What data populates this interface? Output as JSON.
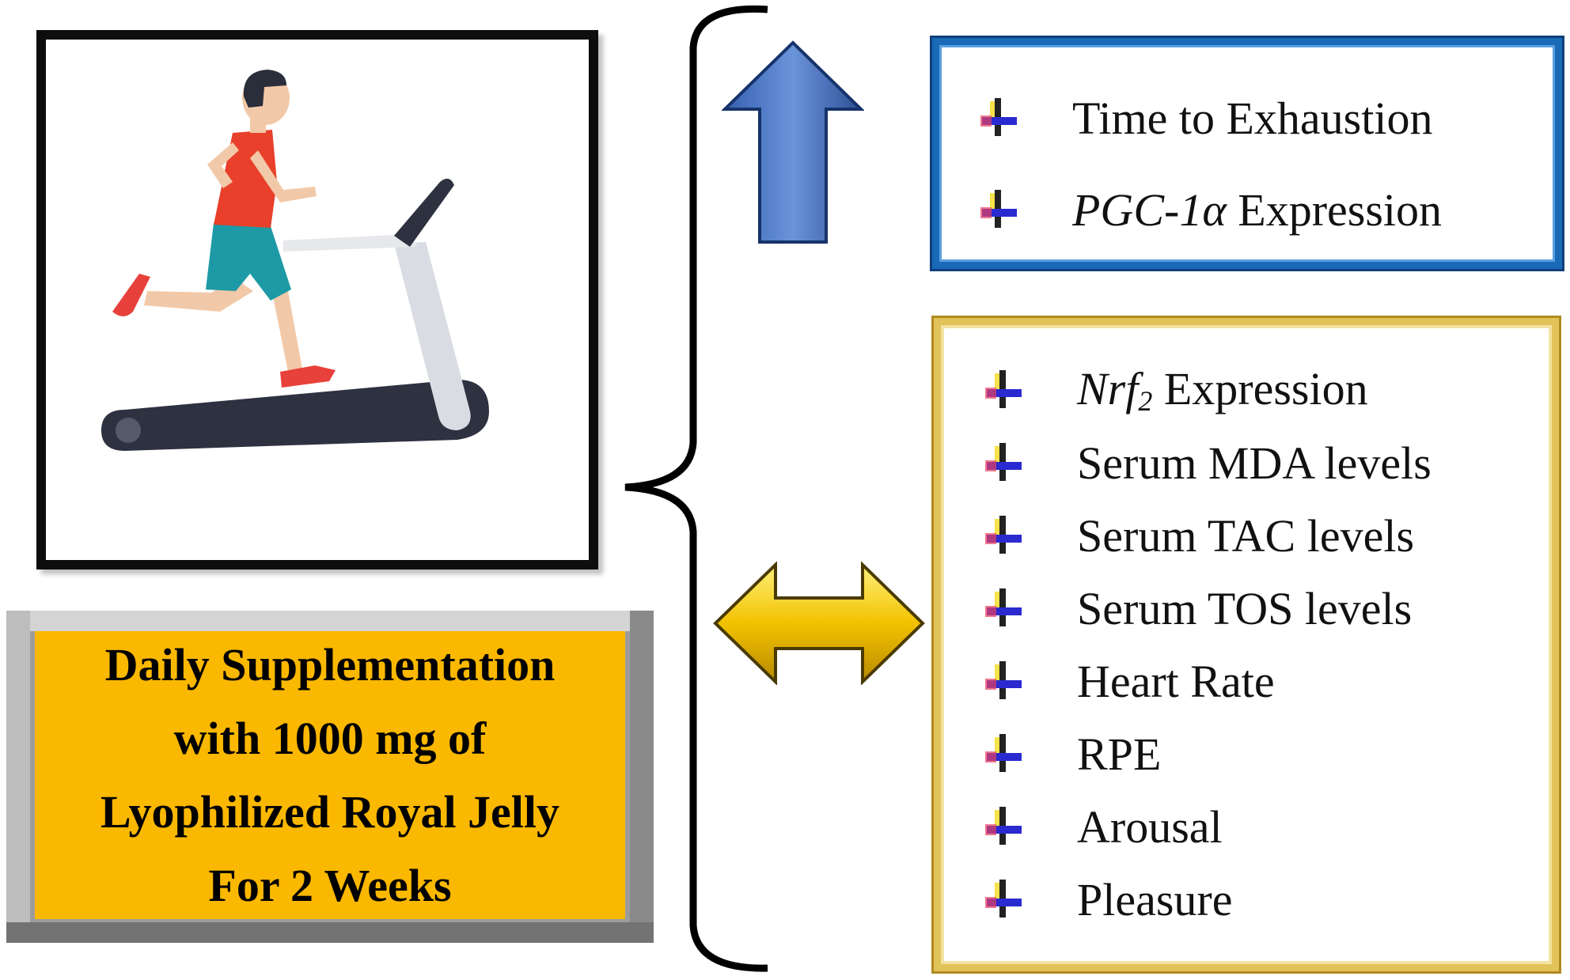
{
  "supplement": {
    "lines": [
      "Daily Supplementation",
      "with 1000 mg of",
      "Lyophilized Royal Jelly",
      "For 2 Weeks"
    ],
    "face_color": "#fbb800"
  },
  "increased": {
    "arrow": "up-arrow-icon",
    "arrow_color": "#3f6fc0",
    "items": [
      {
        "italic": "",
        "text": "Time to Exhaustion"
      },
      {
        "italic": "PGC-1α",
        "text": " Expression"
      }
    ],
    "border_color": "#1a6ab8"
  },
  "unchanged": {
    "arrow": "double-headed-arrow-icon",
    "arrow_color": "#f2c200",
    "items": [
      {
        "italic": "Nrf",
        "sub": "2",
        "text": " Expression"
      },
      {
        "text": "Serum MDA levels"
      },
      {
        "text": "Serum TAC levels"
      },
      {
        "text": "Serum TOS levels"
      },
      {
        "text": "Heart Rate"
      },
      {
        "text": "RPE"
      },
      {
        "text": "Arousal"
      },
      {
        "text": "Pleasure"
      }
    ],
    "border_color": "#e2c35a"
  },
  "icons": {
    "runner": "runner-on-treadmill-icon",
    "bullet": "bullet-icon"
  }
}
